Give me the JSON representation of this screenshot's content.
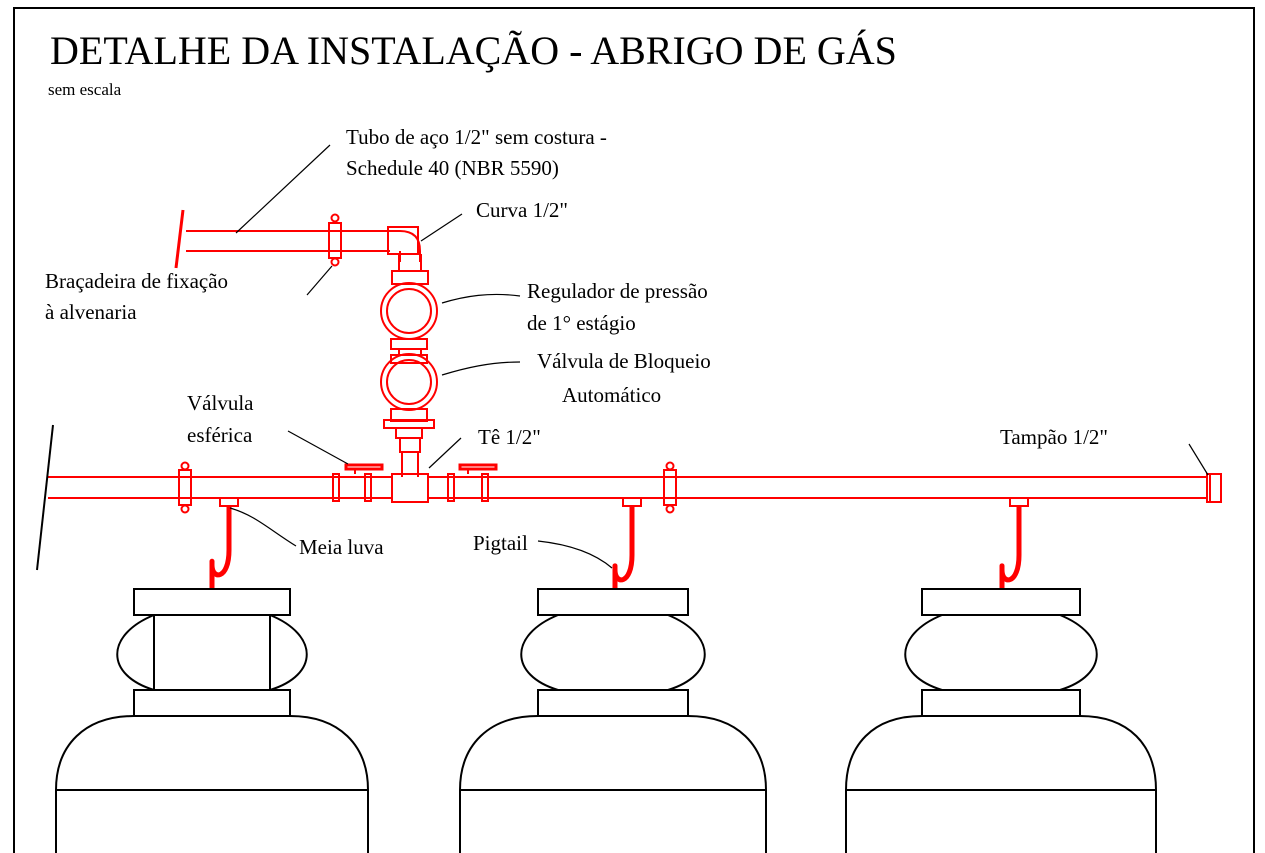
{
  "title": "DETALHE DA INSTALAÇÃO - ABRIGO DE GÁS",
  "subtitle": "sem escala",
  "labels": {
    "tubo_line1": "Tubo de aço 1/2\" sem costura -",
    "tubo_line2": "Schedule 40 (NBR 5590)",
    "curva": "Curva 1/2\"",
    "bracadeira_line1": "Braçadeira de fixação",
    "bracadeira_line2": "à alvenaria",
    "regulador_line1": "Regulador de pressão",
    "regulador_line2": "de 1° estágio",
    "valvula_bloqueio_line1": "Válvula de Bloqueio",
    "valvula_bloqueio_line2": "Automático",
    "valvula_esferica_line1": "Válvula",
    "valvula_esferica_line2": "esférica",
    "te": "Tê 1/2\"",
    "tampao": "Tampão 1/2\"",
    "meia_luva": "Meia luva",
    "pigtail": "Pigtail"
  },
  "colors": {
    "pipe": "#ff0000",
    "ink": "#000000",
    "background": "#ffffff"
  }
}
